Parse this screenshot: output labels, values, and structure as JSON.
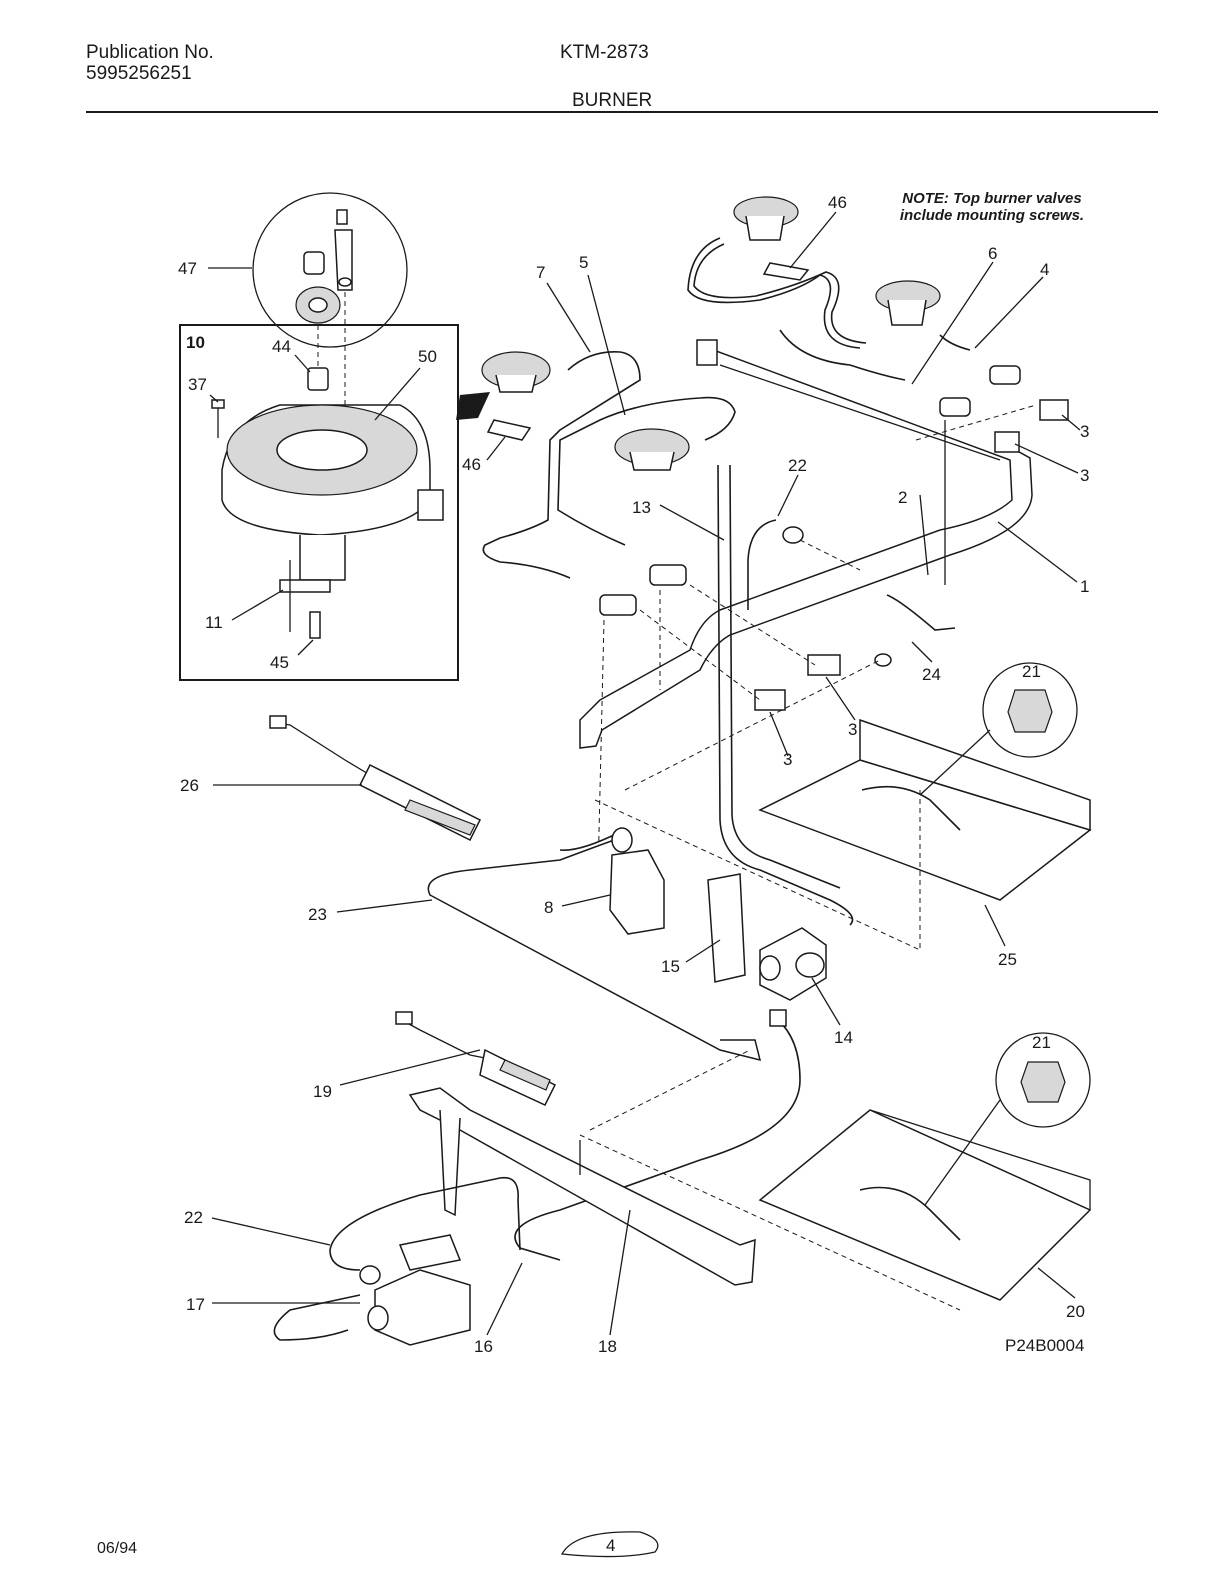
{
  "header": {
    "publication_label": "Publication No.",
    "publication_number": "5995256251",
    "model": "KTM-2873",
    "section": "BURNER"
  },
  "note": {
    "line1": "NOTE: Top burner valves",
    "line2": "include mounting screws."
  },
  "figure_id": "P24B0004",
  "inset_label": "10",
  "callouts": [
    "47",
    "44",
    "50",
    "37",
    "11",
    "45",
    "7",
    "5",
    "46",
    "46",
    "6",
    "4",
    "3",
    "3",
    "2",
    "13",
    "22",
    "1",
    "24",
    "21",
    "3",
    "3",
    "26",
    "23",
    "8",
    "15",
    "14",
    "25",
    "19",
    "21",
    "22",
    "17",
    "16",
    "18",
    "20"
  ],
  "footer": {
    "date": "06/94",
    "page": "4"
  }
}
